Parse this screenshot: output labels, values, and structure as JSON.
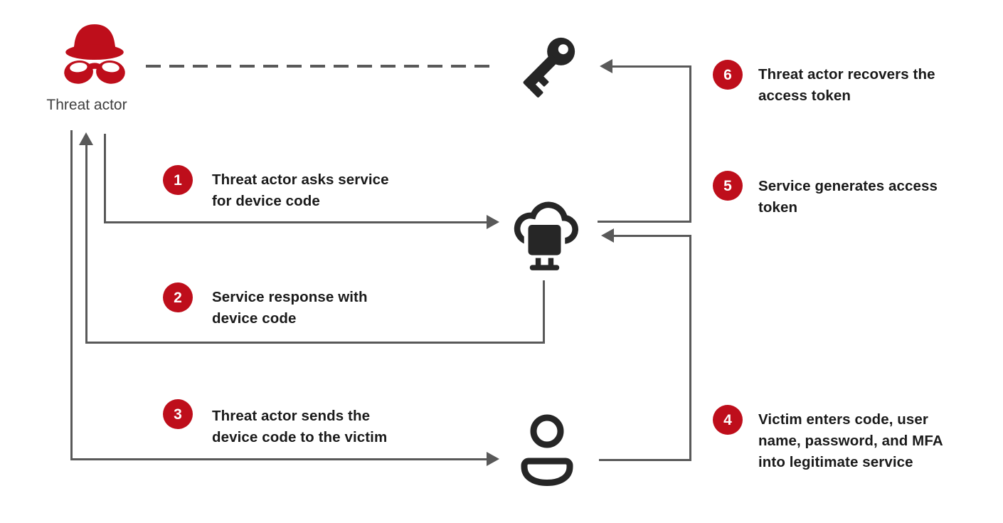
{
  "colors": {
    "red": "#be0e1b",
    "icon": "#262626",
    "line": "#595959",
    "text": "#1a1a1a",
    "label": "#3f3f3f"
  },
  "threat_actor": {
    "label": "Threat actor",
    "icon": "spy-hat-and-glasses"
  },
  "token": {
    "icon": "key"
  },
  "service": {
    "icon": "cloud-with-monitor"
  },
  "victim": {
    "icon": "person"
  },
  "steps": [
    {
      "num": "1",
      "text": "Threat actor asks service for device code",
      "lines": [
        "Threat actor asks service",
        "for device code"
      ]
    },
    {
      "num": "2",
      "text": "Service response with device code",
      "lines": [
        "Service response with",
        "device code"
      ]
    },
    {
      "num": "3",
      "text": "Threat actor sends the device code to the victim",
      "lines": [
        "Threat actor sends the",
        "device code to the victim"
      ]
    },
    {
      "num": "4",
      "text": "Victim enters code, user name, password, and MFA into legitimate service",
      "lines": [
        "Victim enters code, user",
        "name, password, and MFA",
        "into legitimate service"
      ]
    },
    {
      "num": "5",
      "text": "Service generates access token",
      "lines": [
        "Service generates access",
        "token"
      ]
    },
    {
      "num": "6",
      "text": "Threat actor recovers the access token",
      "lines": [
        "Threat actor recovers the",
        "access token"
      ]
    }
  ]
}
